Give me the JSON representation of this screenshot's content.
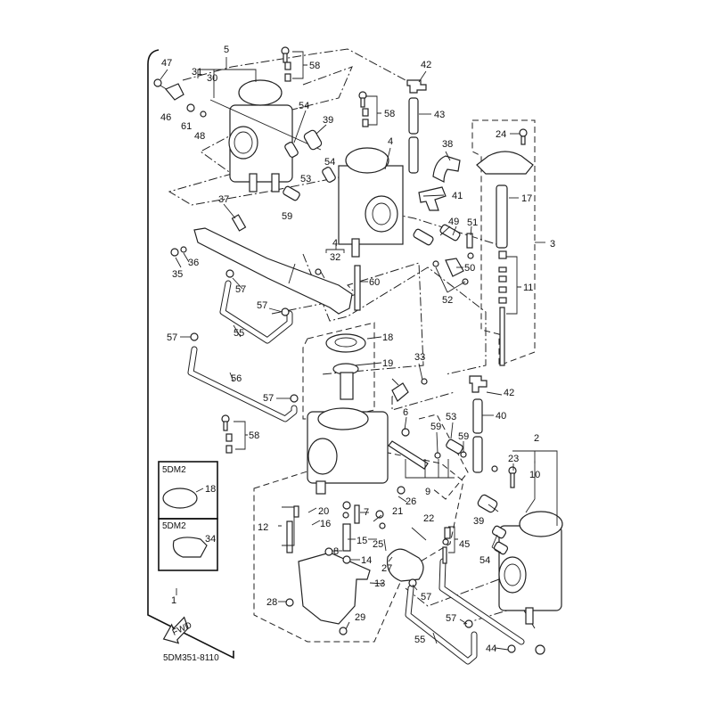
{
  "diagram": {
    "title": "Carburetor exploded parts diagram",
    "drawing_code": "5DM351-8110",
    "fwd_label": "FWD",
    "inset_boxes": [
      {
        "model": "5DM2",
        "part": "18"
      },
      {
        "model": "5DM2",
        "part": "34"
      }
    ],
    "callouts": {
      "c47": "47",
      "c31": "31",
      "c30": "30",
      "c5": "5",
      "c46": "46",
      "c61": "61",
      "c48": "48",
      "c58a": "58",
      "c58b": "58",
      "c58c": "58",
      "c42a": "42",
      "c43": "43",
      "c54a": "54",
      "c39a": "39",
      "c54b": "54",
      "c53a": "53",
      "c59a": "59",
      "c4a": "4",
      "c38": "38",
      "c41": "41",
      "c24": "24",
      "c17": "17",
      "c3": "3",
      "c37": "37",
      "c36": "36",
      "c35": "35",
      "c57a": "57",
      "c57b": "57",
      "c57c": "57",
      "c57d": "57",
      "c55a": "55",
      "c56": "56",
      "c4b": "4",
      "c32": "32",
      "c60": "60",
      "c49": "49",
      "c51": "51",
      "c50": "50",
      "c52": "52",
      "c11": "11",
      "c18": "18",
      "c19": "19",
      "c33": "33",
      "c42b": "42",
      "c40": "40",
      "c6": "6",
      "c53b": "53",
      "c59b": "59",
      "c59c": "59",
      "c9": "9",
      "c2": "2",
      "c23": "23",
      "c10": "10",
      "c39b": "39",
      "c54c": "54",
      "c12": "12",
      "c20": "20",
      "c16": "16",
      "c7a": "7",
      "c21": "21",
      "c26": "26",
      "c8": "8",
      "c15": "15",
      "c25": "25",
      "c22": "22",
      "c45": "45",
      "c14": "14",
      "c27": "27",
      "c13": "13",
      "c28": "28",
      "c29": "29",
      "c1": "1",
      "c57e": "57",
      "c57f": "57",
      "c55b": "55",
      "c44": "44",
      "box18": "18",
      "box34": "34"
    }
  }
}
